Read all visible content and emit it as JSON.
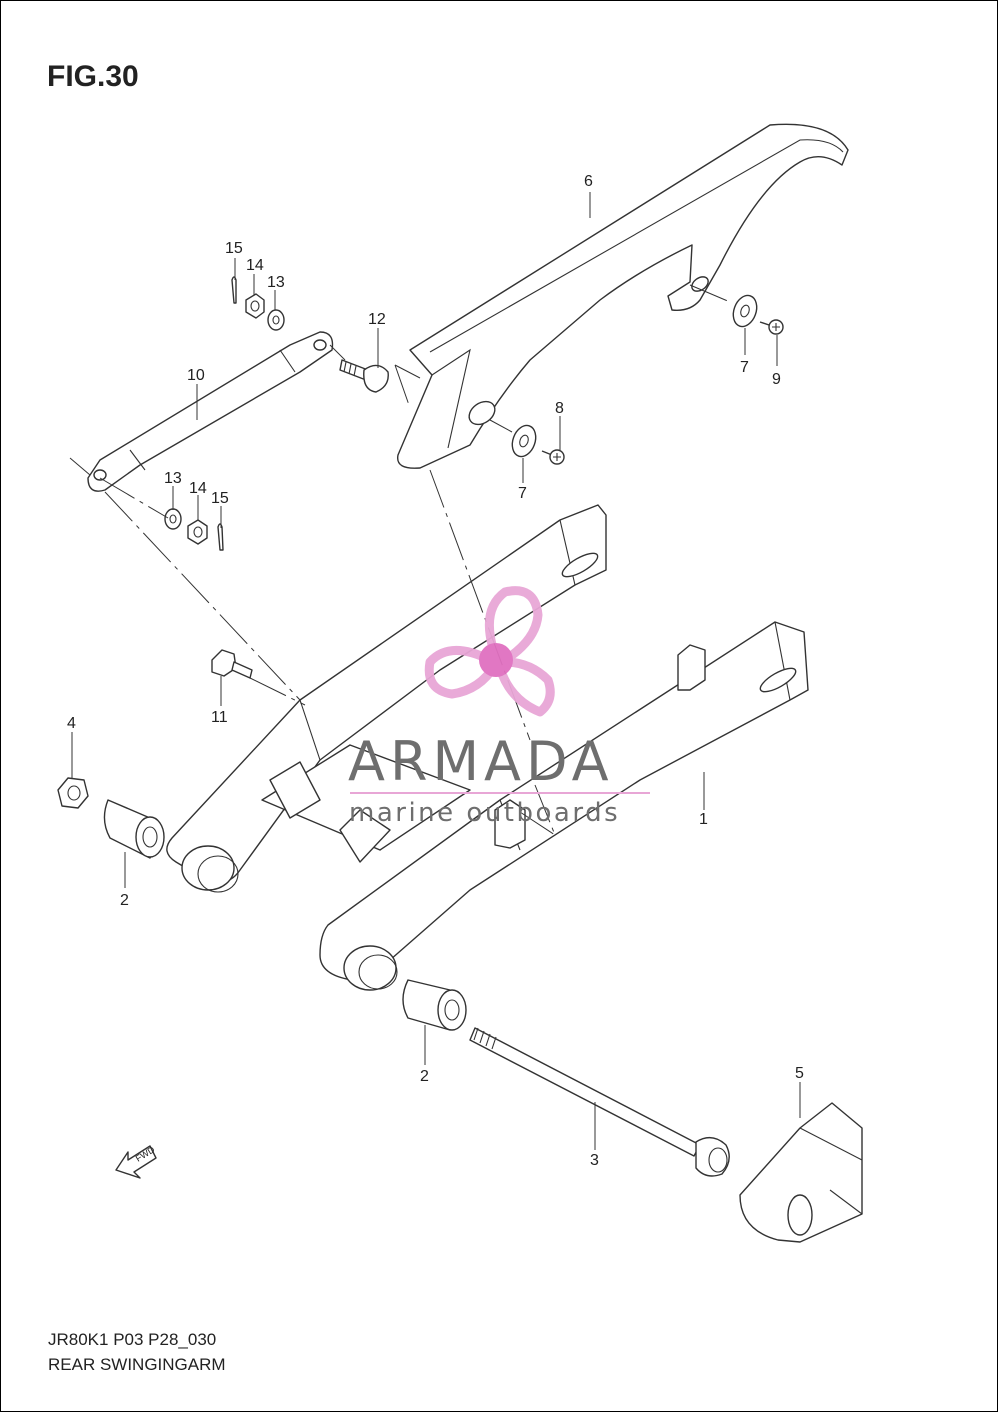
{
  "figure": {
    "title": "FIG.30"
  },
  "footer": {
    "model_code": "JR80K1 P03 P28_030",
    "diagram_name": "REAR SWINGINGARM"
  },
  "watermark": {
    "brand": "ARMADA",
    "tagline": "marine outboards",
    "logo_color": "#e8a6d6",
    "logo_hub_color": "#e070c0",
    "icon": "propeller-logo-icon"
  },
  "direction_arrow": {
    "label": "FWD",
    "icon": "fwd-arrow-icon"
  },
  "callouts": {
    "c6": "6",
    "c15a": "15",
    "c14a": "14",
    "c13a": "13",
    "c12": "12",
    "c10": "10",
    "c7a": "7",
    "c9": "9",
    "c8": "8",
    "c7b": "7",
    "c13b": "13",
    "c14b": "14",
    "c15b": "15",
    "c11": "11",
    "c4": "4",
    "c1": "1",
    "c2a": "2",
    "c2b": "2",
    "c5": "5",
    "c3": "3"
  }
}
